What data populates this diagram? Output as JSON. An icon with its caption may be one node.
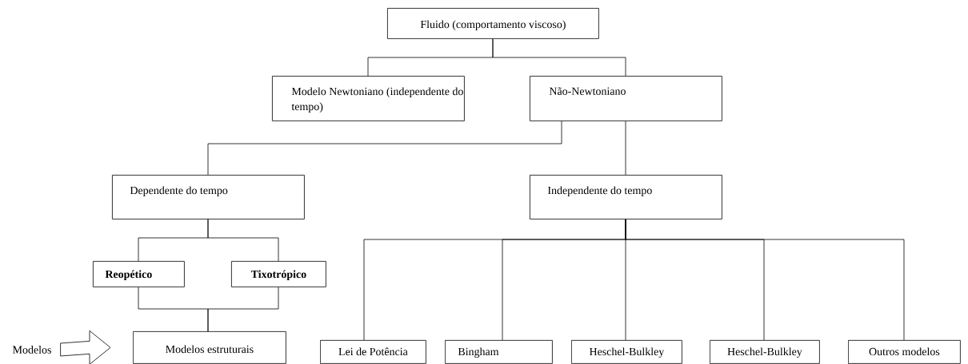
{
  "diagram": {
    "nodes": [
      {
        "text": [
          "Fluido (comportamento viscoso)"
        ]
      },
      {
        "text": [
          "Modelo Newtoniano (independente do tempo)"
        ]
      },
      {
        "text": [
          "Não-Newtoniano"
        ]
      },
      {
        "text": [
          "Dependente do tempo"
        ]
      },
      {
        "text": [
          "Independente do tempo"
        ]
      },
      {
        "text": [
          "Reopético"
        ]
      },
      {
        "text": [
          "Tixotrópico"
        ]
      },
      {
        "text": [
          "Modelos estruturais"
        ]
      },
      {
        "text": [
          "Lei de Potência"
        ]
      },
      {
        "text": [
          "Bingham"
        ]
      },
      {
        "text": [
          "Heschel-Bulkley"
        ]
      },
      {
        "text": [
          "Heschel-Bulkley"
        ]
      },
      {
        "text": [
          "Outros modelos"
        ]
      },
      {
        "text": [
          "Modelos"
        ]
      }
    ],
    "edges": [
      {
        "from": 0,
        "to": 1,
        "arrow": "none"
      },
      {
        "from": 0,
        "to": 2,
        "arrow": "none"
      },
      {
        "from": 2,
        "to": 3,
        "arrow": "none"
      },
      {
        "from": 2,
        "to": 4,
        "arrow": "none"
      },
      {
        "from": 3,
        "to": 5,
        "arrow": "none"
      },
      {
        "from": 3,
        "to": 6,
        "arrow": "none"
      },
      {
        "from": 5,
        "to": 7,
        "arrow": "none"
      },
      {
        "from": 6,
        "to": 7,
        "arrow": "none"
      },
      {
        "from": 4,
        "to": 8,
        "arrow": "none"
      },
      {
        "from": 4,
        "to": 9,
        "arrow": "none"
      },
      {
        "from": 4,
        "to": 10,
        "arrow": "none"
      },
      {
        "from": 4,
        "to": 11,
        "arrow": "none"
      },
      {
        "from": 4,
        "to": 12,
        "arrow": "none"
      },
      {
        "from": 13,
        "to": 7,
        "arrow": "to"
      }
    ]
  }
}
